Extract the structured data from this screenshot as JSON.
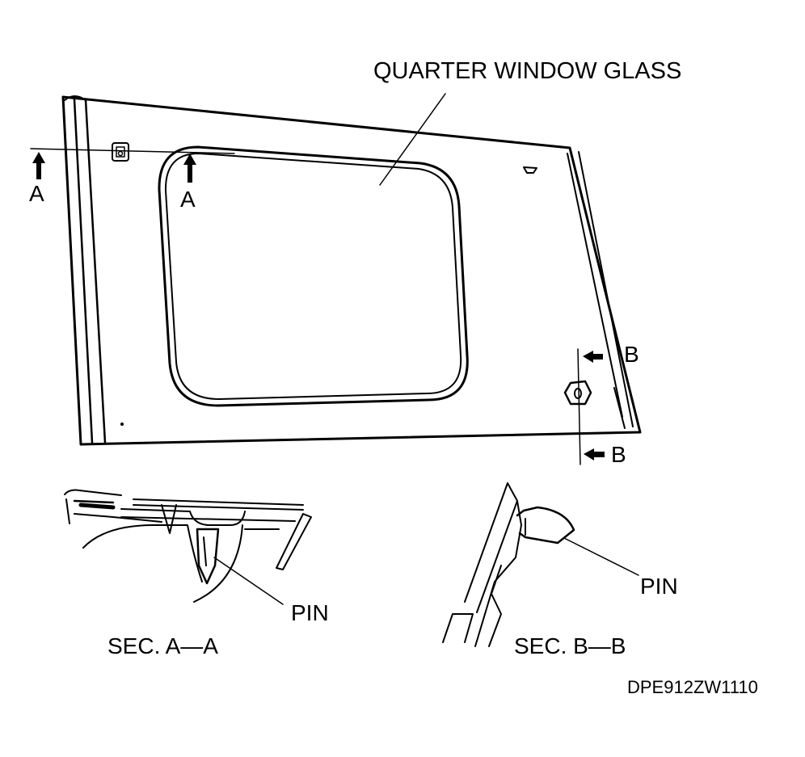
{
  "labels": {
    "quarter_window_glass": "QUARTER WINDOW GLASS",
    "section_a_left": "A",
    "section_a_right": "A",
    "section_b_top": "B",
    "section_b_bottom": "B",
    "pin_a": "PIN",
    "pin_b": "PIN",
    "sec_a_caption": "SEC. A—A",
    "sec_b_caption": "SEC. B—B",
    "drawing_code": "DPE912ZW1110"
  },
  "colors": {
    "ink": "#000000",
    "paper": "#ffffff"
  }
}
